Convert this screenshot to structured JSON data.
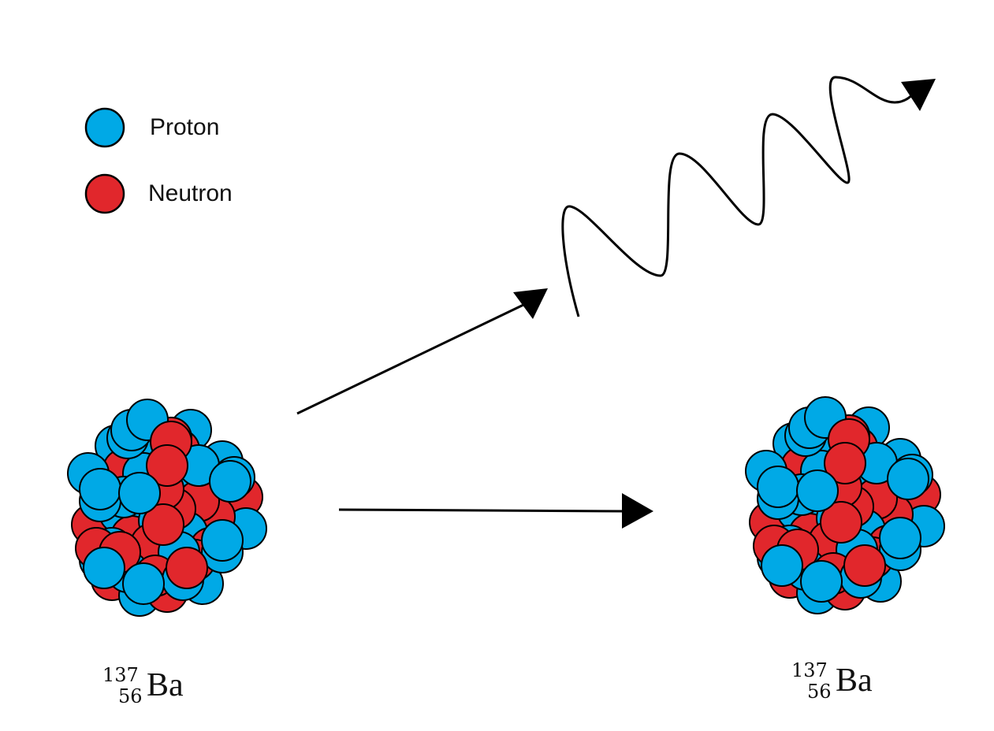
{
  "legend": {
    "items": [
      {
        "label": "Proton",
        "color": "#00a9e6"
      },
      {
        "label": "Neutron",
        "color": "#e1272c"
      }
    ]
  },
  "colors": {
    "proton": "#00a9e6",
    "neutron": "#e1272c",
    "outline": "#000000"
  },
  "nuclei": [
    {
      "mass_number": "137",
      "atomic_number": "56",
      "symbol": "Ba"
    },
    {
      "mass_number": "137",
      "atomic_number": "56",
      "symbol": "Ba"
    }
  ],
  "icons": {
    "emission_arrow": "diagonal-arrow-icon",
    "gamma_wave": "wavy-arrow-icon",
    "transition_arrow": "horizontal-arrow-icon"
  }
}
